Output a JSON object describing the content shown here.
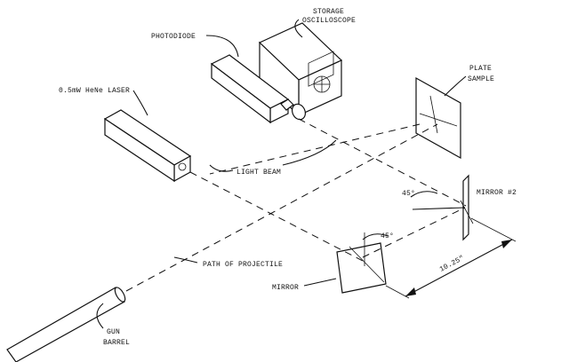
{
  "labels": {
    "storage": "STORAGE",
    "oscilloscope": "OSCILLOSCOPE",
    "photodiode": "PHOTODIODE",
    "plate": "PLATE",
    "sample": "SAMPLE",
    "laser": "0.5mW HeNe LASER",
    "light_beam": "LIGHT BEAM",
    "mirror2": "MIRROR #2",
    "angle_upper": "45°",
    "angle_lower": "45°",
    "path": "PATH OF PROJECTILE",
    "mirror": "MIRROR",
    "distance": "10.25\"",
    "gun": "GUN",
    "barrel": "BARREL"
  }
}
